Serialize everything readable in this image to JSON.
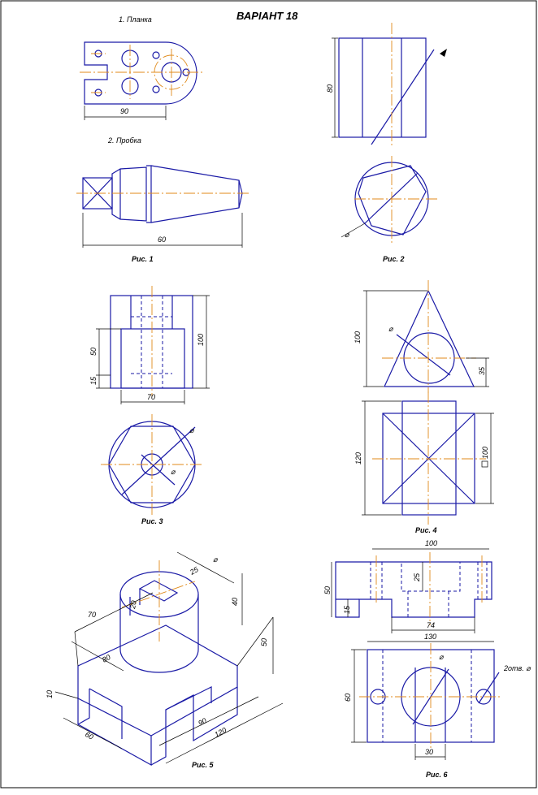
{
  "title": "ВАРІАНТ 18",
  "parts": {
    "part1": "1. Планка",
    "part2": "2. Пробка"
  },
  "captions": {
    "fig1": "Рис. 1",
    "fig2": "Рис. 2",
    "fig3": "Рис. 3",
    "fig4": "Рис. 4",
    "fig5": "Рис. 5",
    "fig6": "Рис. 6"
  },
  "fig1_dims": {
    "plate_length": "90",
    "plug_length": "60"
  },
  "fig2_dims": {
    "height": "80",
    "dia": "⌀"
  },
  "fig3_dims": {
    "h50": "50",
    "h15": "15",
    "w70": "70",
    "h100": "100",
    "outer_dia": "⌀",
    "inner_dia": "⌀"
  },
  "fig4_dims": {
    "h100": "100",
    "dia": "⌀",
    "h35": "35",
    "w120": "120",
    "sq100": "100"
  },
  "fig5_dims": {
    "d70": "70",
    "d20": "20",
    "d25": "25",
    "dia": "⌀",
    "d40": "40",
    "d80": "80",
    "d50": "50",
    "d10": "10",
    "d60": "60",
    "d90": "90",
    "d120": "120"
  },
  "fig6_dims": {
    "w100": "100",
    "h25": "25",
    "h50": "50",
    "h15": "15",
    "w74": "74",
    "w130": "130",
    "dia": "⌀",
    "holes": "2отв. ⌀",
    "h60": "60",
    "w30": "30"
  }
}
